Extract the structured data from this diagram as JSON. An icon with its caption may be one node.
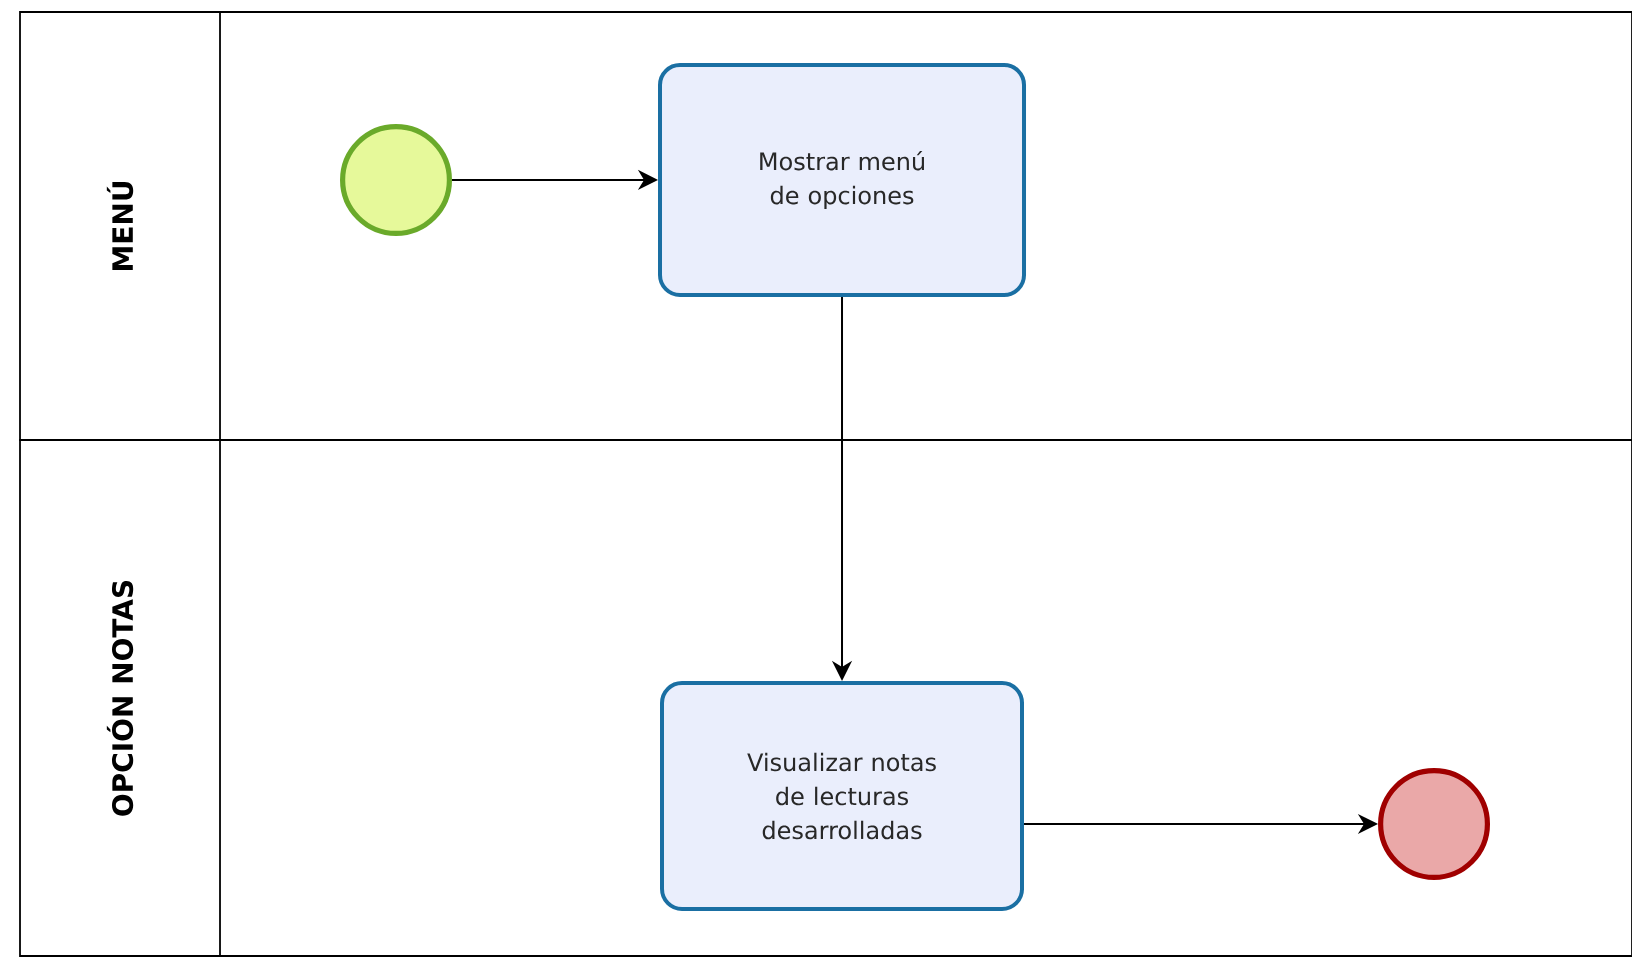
{
  "diagram": {
    "nodes": [
      {
        "text": [
          "MENÚ"
        ]
      },
      {
        "text": [
          "OPCIÓN NOTAS"
        ]
      },
      {
        "text": [],
        "shape": "circle",
        "in": 0
      },
      {
        "text": [
          "Mostrar menú de opciones"
        ],
        "in": 0
      },
      {
        "text": [
          "Visualizar notas de lecturas desarrolladas"
        ],
        "in": 1
      },
      {
        "text": [],
        "shape": "circle",
        "in": 1
      }
    ],
    "edges": [
      {
        "from": 2,
        "to": 3,
        "arrow": "to"
      },
      {
        "from": 3,
        "to": 4,
        "arrow": "to"
      },
      {
        "from": 4,
        "to": 5,
        "arrow": "to"
      }
    ]
  }
}
